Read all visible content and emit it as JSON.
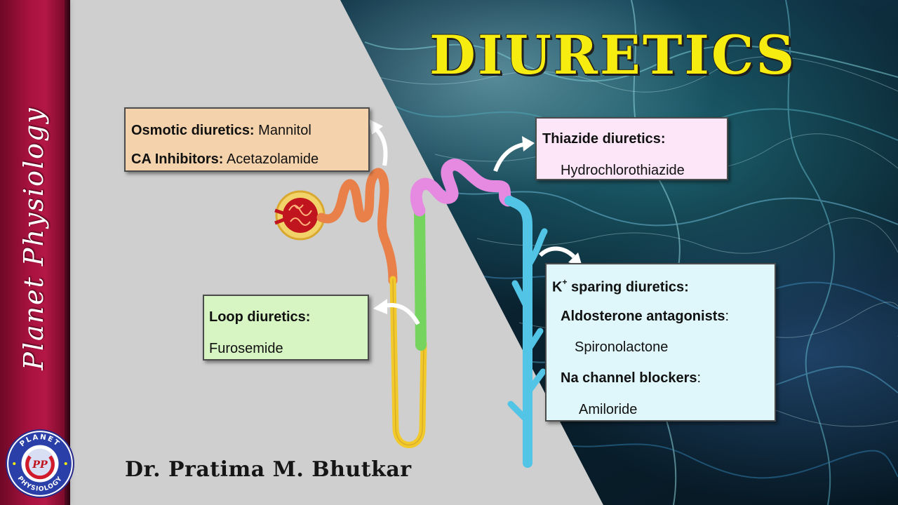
{
  "title": "DIURETICS",
  "brand": "Planet Physiology",
  "logo": {
    "top_text": "PLANET",
    "bottom_text": "PHYSIOLOGY",
    "monogram": "PP"
  },
  "author": "Dr. Pratima M. Bhutkar",
  "boxes": {
    "osmotic": {
      "line1_bold": "Osmotic diuretics:",
      "line1_text": " Mannitol",
      "line2_bold": "CA Inhibitors:",
      "line2_text": " Acetazolamide",
      "color": "#f4d2ab"
    },
    "thiazide": {
      "heading": "Thiazide diuretics:",
      "drug": "Hydrochlorothiazide",
      "color": "#fde6f8"
    },
    "loop": {
      "heading": "Loop diuretics:",
      "drug": "Furosemide",
      "color": "#d6f5c3"
    },
    "ksparing": {
      "heading_k": "K",
      "heading_sup": "+",
      "heading_rest": " sparing diuretics:",
      "sub1_bold": "Aldosterone antagonists",
      "sub1_colon": ":",
      "sub1_drug": "Spironolactone",
      "sub2_bold": "Na channel blockers",
      "sub2_colon": ":",
      "sub2_drug": "Amiloride",
      "color": "#dff7fb"
    }
  },
  "nephron_colors": {
    "glomerulus": "#c0141e",
    "proximal_tubule": "#e9804a",
    "descending_limb": "#f2c92b",
    "thick_ascending_limb": "#74d45e",
    "distal_tubule": "#e58ae0",
    "collecting_duct": "#52c4e6"
  },
  "colors": {
    "title": "#f7ec10",
    "sidebar": "#a8123f"
  }
}
